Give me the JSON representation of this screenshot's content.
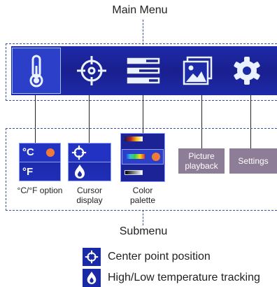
{
  "titles": {
    "main_menu": "Main Menu",
    "submenu": "Submenu"
  },
  "main_menu_icons": [
    "thermometer-icon",
    "crosshair-icon",
    "palette-bars-icon",
    "picture-icon",
    "gear-icon"
  ],
  "submenu": {
    "temperature_unit": {
      "label": "°C/°F option",
      "options": [
        "°C",
        "°F"
      ]
    },
    "cursor": {
      "label": "Cursor\ndisplay"
    },
    "color_palette": {
      "label": "Color\npalette"
    },
    "picture_playback": {
      "label": "Picture\nplayback"
    },
    "settings": {
      "label": "Settings"
    }
  },
  "legend": [
    {
      "icon": "crosshair-icon",
      "text": "Center point position"
    },
    {
      "icon": "flame-drop-icon",
      "text": "High/Low temperature tracking"
    }
  ],
  "colors": {
    "menu_bg": "#1d2aa8",
    "selected_border": "#9fc2ff",
    "dash_line": "#3b4fa3",
    "gray_button": "#8e7d96",
    "indicator_dot": "#f07a3a"
  }
}
